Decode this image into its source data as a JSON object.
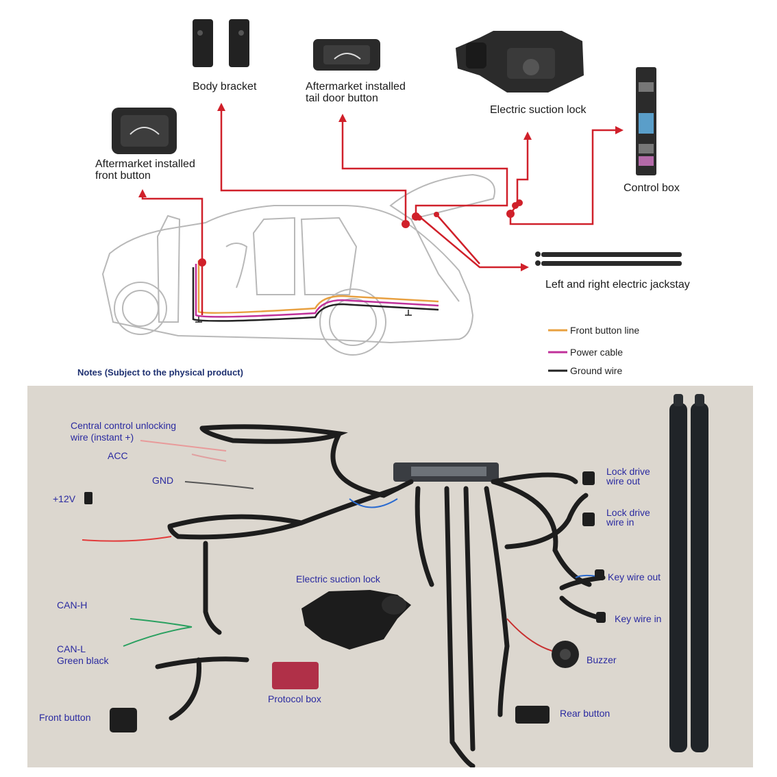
{
  "top": {
    "labels": {
      "body_bracket": "Body bracket",
      "tail_button_1": "Aftermarket installed",
      "tail_button_2": "tail door button",
      "suction_lock": "Electric suction lock",
      "control_box": "Control box",
      "front_button_1": "Aftermarket installed",
      "front_button_2": "front button",
      "jackstay": "Left and right electric jackstay"
    },
    "legend": [
      {
        "label": "Front button line",
        "color": "#e8a040"
      },
      {
        "label": "Power cable",
        "color": "#c0309a"
      },
      {
        "label": "Ground wire",
        "color": "#222222"
      }
    ],
    "note": "Notes (Subject to the physical product)",
    "arrow_color": "#d0202a"
  },
  "bottom": {
    "labels": {
      "central_1": "Central control unlocking",
      "central_2": "wire (instant +)",
      "acc": "ACC",
      "gnd": "GND",
      "plus12v": "+12V",
      "can_h": "CAN-H",
      "can_l_1": "CAN-L",
      "can_l_2": "Green black",
      "front_button": "Front button",
      "suction_lock": "Electric suction lock",
      "protocol_box": "Protocol box",
      "lock_out_1": "Lock drive",
      "lock_out_2": "wire out",
      "lock_in_1": "Lock drive",
      "lock_in_2": "wire in",
      "key_out": "Key wire out",
      "key_in": "Key wire in",
      "buzzer": "Buzzer",
      "rear_button": "Rear button"
    }
  }
}
